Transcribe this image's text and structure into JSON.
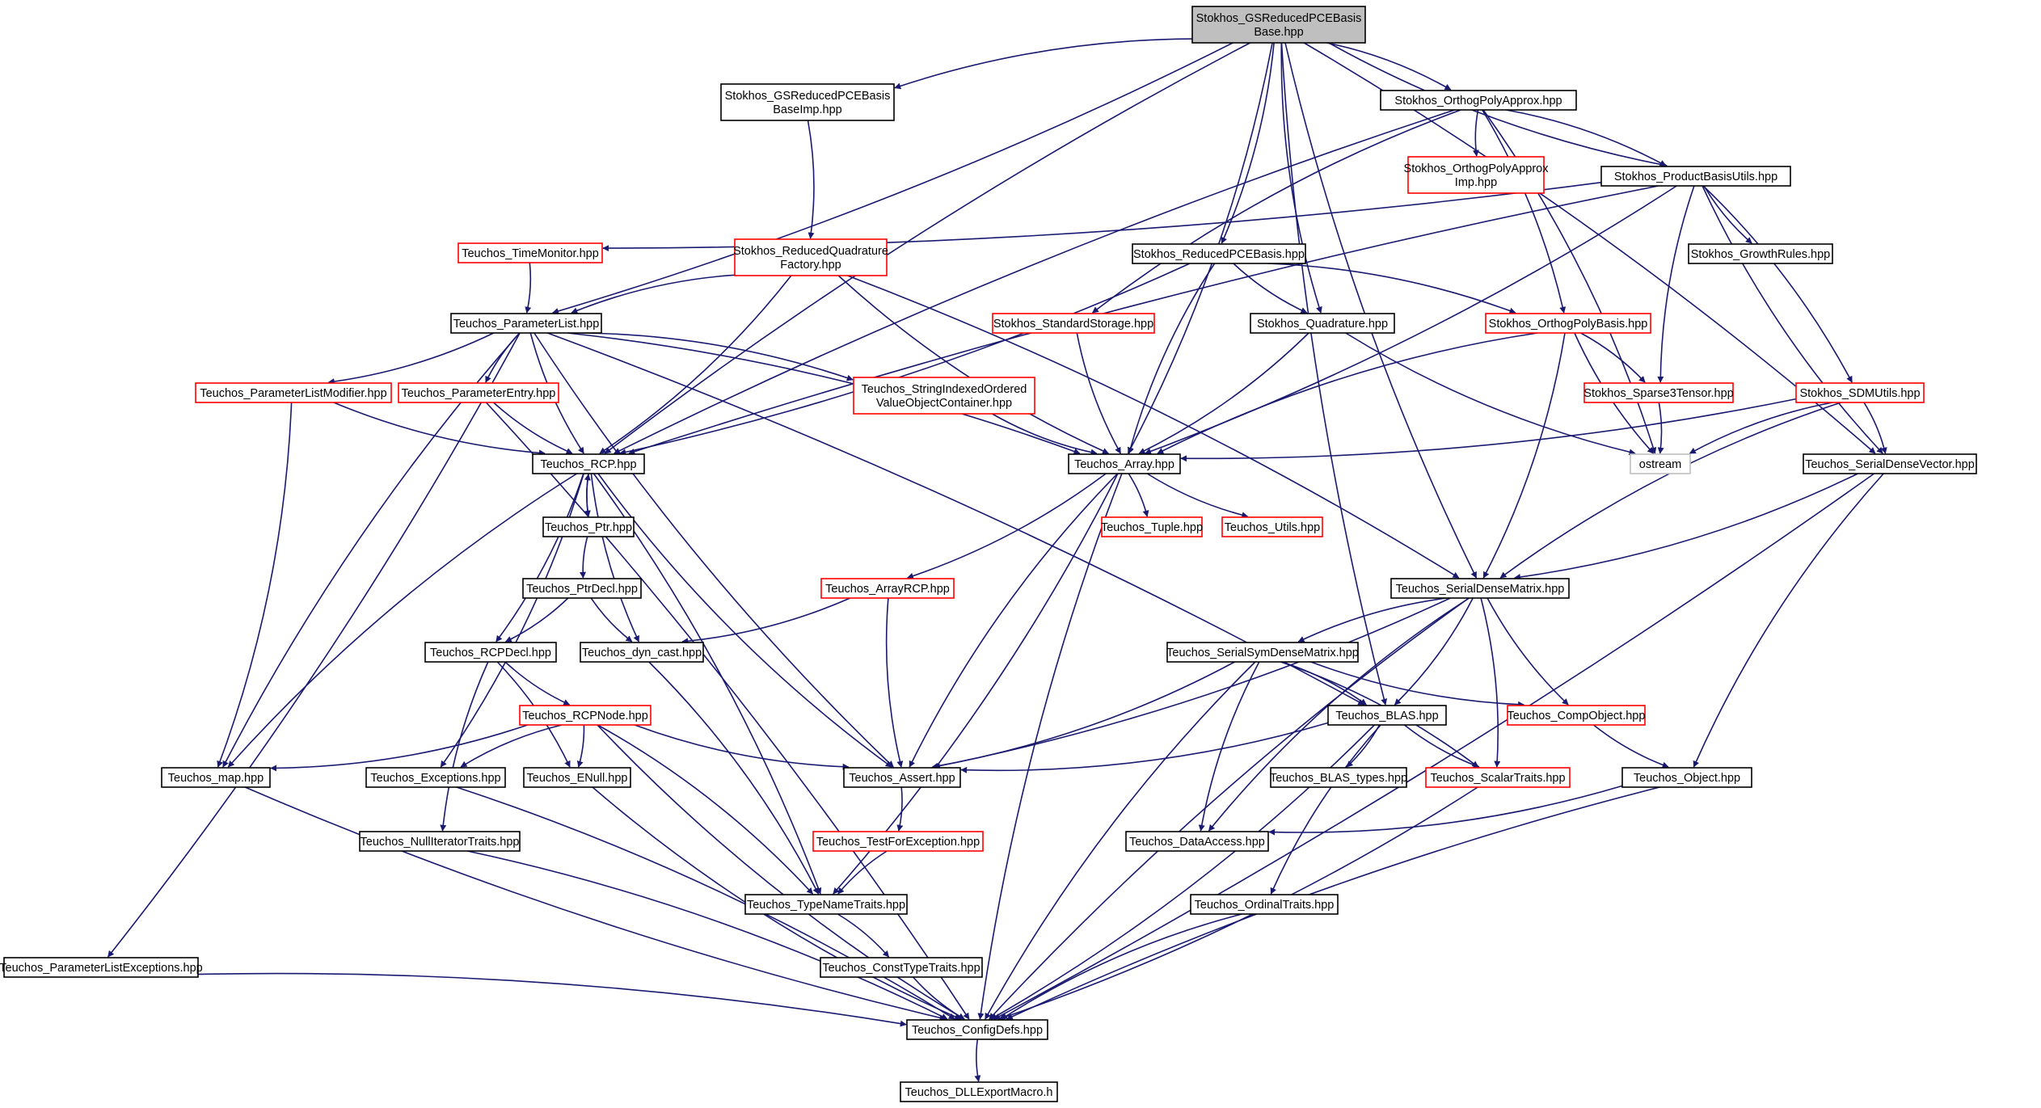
{
  "colors": {
    "edge": "#191970",
    "border_default": "#000000",
    "border_truncated": "#ff0000",
    "border_external": "#bfbfbf",
    "fill_root": "#bfbfbf",
    "fill_default": "#ffffff"
  },
  "nodes": [
    {
      "id": "root",
      "lines": [
        "Stokhos_GSReducedPCEBasis",
        "Base.hpp"
      ],
      "style": "root"
    },
    {
      "id": "gsimp",
      "lines": [
        "Stokhos_GSReducedPCEBasis",
        "BaseImp.hpp"
      ],
      "style": "normal"
    },
    {
      "id": "opa",
      "lines": [
        "Stokhos_OrthogPolyApprox.hpp"
      ],
      "style": "normal"
    },
    {
      "id": "opaimp",
      "lines": [
        "Stokhos_OrthogPolyApprox",
        "Imp.hpp"
      ],
      "style": "truncated"
    },
    {
      "id": "pbu",
      "lines": [
        "Stokhos_ProductBasisUtils.hpp"
      ],
      "style": "normal"
    },
    {
      "id": "growth",
      "lines": [
        "Stokhos_GrowthRules.hpp"
      ],
      "style": "normal"
    },
    {
      "id": "timemon",
      "lines": [
        "Teuchos_TimeMonitor.hpp"
      ],
      "style": "truncated"
    },
    {
      "id": "rqf",
      "lines": [
        "Stokhos_ReducedQuadrature",
        "Factory.hpp"
      ],
      "style": "truncated"
    },
    {
      "id": "rpce",
      "lines": [
        "Stokhos_ReducedPCEBasis.hpp"
      ],
      "style": "normal"
    },
    {
      "id": "stdstor",
      "lines": [
        "Stokhos_StandardStorage.hpp"
      ],
      "style": "truncated"
    },
    {
      "id": "quad",
      "lines": [
        "Stokhos_Quadrature.hpp"
      ],
      "style": "normal"
    },
    {
      "id": "opb",
      "lines": [
        "Stokhos_OrthogPolyBasis.hpp"
      ],
      "style": "truncated"
    },
    {
      "id": "plist",
      "lines": [
        "Teuchos_ParameterList.hpp"
      ],
      "style": "normal"
    },
    {
      "id": "plmod",
      "lines": [
        "Teuchos_ParameterListModifier.hpp"
      ],
      "style": "truncated"
    },
    {
      "id": "pentry",
      "lines": [
        "Teuchos_ParameterEntry.hpp"
      ],
      "style": "truncated"
    },
    {
      "id": "sioc",
      "lines": [
        "Teuchos_StringIndexedOrdered",
        "ValueObjectContainer.hpp"
      ],
      "style": "truncated"
    },
    {
      "id": "sparse3",
      "lines": [
        "Stokhos_Sparse3Tensor.hpp"
      ],
      "style": "truncated"
    },
    {
      "id": "sdm",
      "lines": [
        "Stokhos_SDMUtils.hpp"
      ],
      "style": "truncated"
    },
    {
      "id": "rcp",
      "lines": [
        "Teuchos_RCP.hpp"
      ],
      "style": "normal"
    },
    {
      "id": "array",
      "lines": [
        "Teuchos_Array.hpp"
      ],
      "style": "normal"
    },
    {
      "id": "ostream",
      "lines": [
        "ostream"
      ],
      "style": "external"
    },
    {
      "id": "sdv",
      "lines": [
        "Teuchos_SerialDenseVector.hpp"
      ],
      "style": "normal"
    },
    {
      "id": "ptr",
      "lines": [
        "Teuchos_Ptr.hpp"
      ],
      "style": "normal"
    },
    {
      "id": "tuple",
      "lines": [
        "Teuchos_Tuple.hpp"
      ],
      "style": "truncated"
    },
    {
      "id": "utils",
      "lines": [
        "Teuchos_Utils.hpp"
      ],
      "style": "truncated"
    },
    {
      "id": "ptrdecl",
      "lines": [
        "Teuchos_PtrDecl.hpp"
      ],
      "style": "normal"
    },
    {
      "id": "arcp",
      "lines": [
        "Teuchos_ArrayRCP.hpp"
      ],
      "style": "truncated"
    },
    {
      "id": "sdmat",
      "lines": [
        "Teuchos_SerialDenseMatrix.hpp"
      ],
      "style": "normal"
    },
    {
      "id": "rcpdecl",
      "lines": [
        "Teuchos_RCPDecl.hpp"
      ],
      "style": "normal"
    },
    {
      "id": "dyncast",
      "lines": [
        "Teuchos_dyn_cast.hpp"
      ],
      "style": "normal"
    },
    {
      "id": "ssdm",
      "lines": [
        "Teuchos_SerialSymDenseMatrix.hpp"
      ],
      "style": "normal"
    },
    {
      "id": "rcpnode",
      "lines": [
        "Teuchos_RCPNode.hpp"
      ],
      "style": "truncated"
    },
    {
      "id": "blas",
      "lines": [
        "Teuchos_BLAS.hpp"
      ],
      "style": "normal"
    },
    {
      "id": "compobj",
      "lines": [
        "Teuchos_CompObject.hpp"
      ],
      "style": "truncated"
    },
    {
      "id": "map",
      "lines": [
        "Teuchos_map.hpp"
      ],
      "style": "normal"
    },
    {
      "id": "except",
      "lines": [
        "Teuchos_Exceptions.hpp"
      ],
      "style": "normal"
    },
    {
      "id": "enull",
      "lines": [
        "Teuchos_ENull.hpp"
      ],
      "style": "normal"
    },
    {
      "id": "assert",
      "lines": [
        "Teuchos_Assert.hpp"
      ],
      "style": "normal"
    },
    {
      "id": "blastypes",
      "lines": [
        "Teuchos_BLAS_types.hpp"
      ],
      "style": "normal"
    },
    {
      "id": "scalar",
      "lines": [
        "Teuchos_ScalarTraits.hpp"
      ],
      "style": "truncated"
    },
    {
      "id": "object",
      "lines": [
        "Teuchos_Object.hpp"
      ],
      "style": "normal"
    },
    {
      "id": "nullit",
      "lines": [
        "Teuchos_NullIteratorTraits.hpp"
      ],
      "style": "normal"
    },
    {
      "id": "tfe",
      "lines": [
        "Teuchos_TestForException.hpp"
      ],
      "style": "truncated"
    },
    {
      "id": "dataacc",
      "lines": [
        "Teuchos_DataAccess.hpp"
      ],
      "style": "normal"
    },
    {
      "id": "ordinal",
      "lines": [
        "Teuchos_OrdinalTraits.hpp"
      ],
      "style": "normal"
    },
    {
      "id": "typename",
      "lines": [
        "Teuchos_TypeNameTraits.hpp"
      ],
      "style": "normal"
    },
    {
      "id": "plexc",
      "lines": [
        "Teuchos_ParameterListExceptions.hpp"
      ],
      "style": "normal"
    },
    {
      "id": "consttype",
      "lines": [
        "Teuchos_ConstTypeTraits.hpp"
      ],
      "style": "normal"
    },
    {
      "id": "config",
      "lines": [
        "Teuchos_ConfigDefs.hpp"
      ],
      "style": "normal"
    },
    {
      "id": "dll",
      "lines": [
        "Teuchos_DLLExportMacro.h"
      ],
      "style": "normal"
    }
  ],
  "edges": [
    [
      "root",
      "gsimp"
    ],
    [
      "root",
      "opa"
    ],
    [
      "root",
      "pbu"
    ],
    [
      "root",
      "rpce"
    ],
    [
      "root",
      "quad"
    ],
    [
      "root",
      "plist"
    ],
    [
      "root",
      "rcp"
    ],
    [
      "root",
      "array"
    ],
    [
      "root",
      "sdmat"
    ],
    [
      "root",
      "sdv"
    ],
    [
      "root",
      "blas"
    ],
    [
      "gsimp",
      "rqf"
    ],
    [
      "opa",
      "opaimp"
    ],
    [
      "opa",
      "pbu"
    ],
    [
      "opa",
      "stdstor"
    ],
    [
      "opa",
      "opb"
    ],
    [
      "opa",
      "rcp"
    ],
    [
      "opa",
      "ostream"
    ],
    [
      "pbu",
      "growth"
    ],
    [
      "pbu",
      "timemon"
    ],
    [
      "pbu",
      "sparse3"
    ],
    [
      "pbu",
      "sdm"
    ],
    [
      "pbu",
      "sdv"
    ],
    [
      "pbu",
      "array"
    ],
    [
      "pbu",
      "rcp"
    ],
    [
      "timemon",
      "plist"
    ],
    [
      "rqf",
      "plist"
    ],
    [
      "rqf",
      "rcp"
    ],
    [
      "rqf",
      "array"
    ],
    [
      "rqf",
      "sdmat"
    ],
    [
      "rpce",
      "quad"
    ],
    [
      "rpce",
      "opb"
    ],
    [
      "rpce",
      "array"
    ],
    [
      "rpce",
      "rcp"
    ],
    [
      "stdstor",
      "array"
    ],
    [
      "quad",
      "array"
    ],
    [
      "quad",
      "ostream"
    ],
    [
      "opb",
      "sparse3"
    ],
    [
      "opb",
      "array"
    ],
    [
      "opb",
      "sdmat"
    ],
    [
      "opb",
      "ostream"
    ],
    [
      "plist",
      "plmod"
    ],
    [
      "plist",
      "pentry"
    ],
    [
      "plist",
      "sioc"
    ],
    [
      "plist",
      "rcp"
    ],
    [
      "plist",
      "array"
    ],
    [
      "plist",
      "map"
    ],
    [
      "plist",
      "plexc"
    ],
    [
      "plist",
      "assert"
    ],
    [
      "plist",
      "blas"
    ],
    [
      "plmod",
      "rcp"
    ],
    [
      "plmod",
      "map"
    ],
    [
      "pentry",
      "rcp"
    ],
    [
      "pentry",
      "config"
    ],
    [
      "sioc",
      "array"
    ],
    [
      "sparse3",
      "ostream"
    ],
    [
      "sdm",
      "ostream"
    ],
    [
      "sdm",
      "sdv"
    ],
    [
      "sdm",
      "sdmat"
    ],
    [
      "sdm",
      "array"
    ],
    [
      "rcp",
      "ptr"
    ],
    [
      "rcp",
      "rcpdecl"
    ],
    [
      "rcp",
      "dyncast"
    ],
    [
      "rcp",
      "except"
    ],
    [
      "rcp",
      "assert"
    ],
    [
      "rcp",
      "typename"
    ],
    [
      "rcp",
      "map"
    ],
    [
      "ptr",
      "rcp"
    ],
    [
      "ptr",
      "ptrdecl"
    ],
    [
      "ptrdecl",
      "rcpdecl"
    ],
    [
      "ptrdecl",
      "dyncast"
    ],
    [
      "array",
      "tuple"
    ],
    [
      "array",
      "utils"
    ],
    [
      "array",
      "arcp"
    ],
    [
      "array",
      "assert"
    ],
    [
      "array",
      "typename"
    ],
    [
      "array",
      "config"
    ],
    [
      "arcp",
      "dyncast"
    ],
    [
      "arcp",
      "assert"
    ],
    [
      "dyncast",
      "typename"
    ],
    [
      "rcpdecl",
      "rcpnode"
    ],
    [
      "rcpdecl",
      "enull"
    ],
    [
      "rcpdecl",
      "nullit"
    ],
    [
      "rcpnode",
      "map"
    ],
    [
      "rcpnode",
      "except"
    ],
    [
      "rcpnode",
      "enull"
    ],
    [
      "rcpnode",
      "assert"
    ],
    [
      "rcpnode",
      "typename"
    ],
    [
      "rcpnode",
      "config"
    ],
    [
      "sdv",
      "sdmat"
    ],
    [
      "sdv",
      "object"
    ],
    [
      "sdv",
      "config"
    ],
    [
      "sdmat",
      "ssdm"
    ],
    [
      "sdmat",
      "blas"
    ],
    [
      "sdmat",
      "compobj"
    ],
    [
      "sdmat",
      "scalar"
    ],
    [
      "sdmat",
      "dataacc"
    ],
    [
      "sdmat",
      "assert"
    ],
    [
      "sdmat",
      "config"
    ],
    [
      "ssdm",
      "blas"
    ],
    [
      "ssdm",
      "compobj"
    ],
    [
      "ssdm",
      "scalar"
    ],
    [
      "ssdm",
      "dataacc"
    ],
    [
      "ssdm",
      "assert"
    ],
    [
      "ssdm",
      "config"
    ],
    [
      "blas",
      "blastypes"
    ],
    [
      "blas",
      "scalar"
    ],
    [
      "blas",
      "assert"
    ],
    [
      "blas",
      "ordinal"
    ],
    [
      "blas",
      "config"
    ],
    [
      "compobj",
      "object"
    ],
    [
      "object",
      "dataacc"
    ],
    [
      "object",
      "config"
    ],
    [
      "scalar",
      "config"
    ],
    [
      "map",
      "config"
    ],
    [
      "except",
      "config"
    ],
    [
      "enull",
      "config"
    ],
    [
      "nullit",
      "config"
    ],
    [
      "ordinal",
      "config"
    ],
    [
      "assert",
      "tfe"
    ],
    [
      "tfe",
      "typename"
    ],
    [
      "typename",
      "consttype"
    ],
    [
      "consttype",
      "config"
    ],
    [
      "plexc",
      "config"
    ],
    [
      "config",
      "dll"
    ]
  ]
}
